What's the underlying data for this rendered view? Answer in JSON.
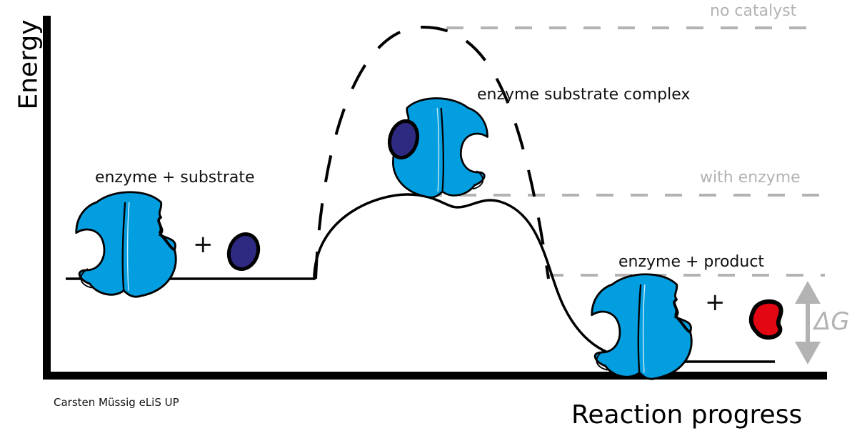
{
  "diagram": {
    "type": "reaction energy profile",
    "axes": {
      "y_label": "Energy",
      "x_label": "Reaction progress"
    },
    "reference_lines": [
      {
        "id": "no-catalyst",
        "label": "no catalyst",
        "color": "#b3b3b3"
      },
      {
        "id": "with-enzyme",
        "label": "with enzyme",
        "color": "#b3b3b3"
      },
      {
        "id": "product-level",
        "label": "",
        "color": "#b3b3b3"
      }
    ],
    "states": {
      "initial": {
        "label": "enzyme + substrate",
        "plus": "+"
      },
      "transition": {
        "label": "enzyme substrate complex"
      },
      "final": {
        "label": "enzyme + product",
        "plus": "+"
      }
    },
    "delta_g": {
      "label": "ΔG",
      "color": "#b3b3b3"
    },
    "colors": {
      "enzyme": "#039ee0",
      "substrate": "#2e2a82",
      "product": "#e30613",
      "curve": "#000000",
      "guide": "#b3b3b3"
    },
    "credit": "Carsten Müssig eLiS UP"
  }
}
